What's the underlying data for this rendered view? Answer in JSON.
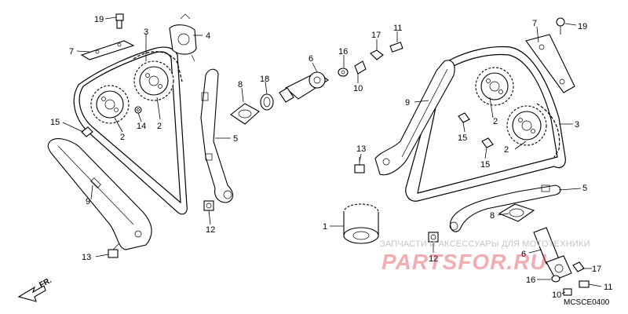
{
  "diagram_code": "MCSCE0400",
  "direction_label": "FR.",
  "watermark": {
    "text": "ЗАПЧАСТИ И АКСЕССУАРЫ ДЛЯ МОТОТЕХНИКИ",
    "brand": "PARTSFOR.RU"
  },
  "callouts": [
    {
      "id": "c-19-left",
      "label": "19"
    },
    {
      "id": "c-3-left",
      "label": "3"
    },
    {
      "id": "c-4",
      "label": "4"
    },
    {
      "id": "c-7-left",
      "label": "7"
    },
    {
      "id": "c-17-top",
      "label": "17"
    },
    {
      "id": "c-11-top",
      "label": "11"
    },
    {
      "id": "c-16-top",
      "label": "16"
    },
    {
      "id": "c-6-top",
      "label": "6"
    },
    {
      "id": "c-10-top",
      "label": "10"
    },
    {
      "id": "c-8-top",
      "label": "8"
    },
    {
      "id": "c-18",
      "label": "18"
    },
    {
      "id": "c-15-left",
      "label": "15"
    },
    {
      "id": "c-14",
      "label": "14"
    },
    {
      "id": "c-2-left-a",
      "label": "2"
    },
    {
      "id": "c-2-left-b",
      "label": "2"
    },
    {
      "id": "c-5-left",
      "label": "5"
    },
    {
      "id": "c-9-left",
      "label": "9"
    },
    {
      "id": "c-12-left",
      "label": "12"
    },
    {
      "id": "c-13-left",
      "label": "13"
    },
    {
      "id": "c-7-right",
      "label": "7"
    },
    {
      "id": "c-19-right",
      "label": "19"
    },
    {
      "id": "c-9-right",
      "label": "9"
    },
    {
      "id": "c-2-right-a",
      "label": "2"
    },
    {
      "id": "c-3-right",
      "label": "3"
    },
    {
      "id": "c-15-right-a",
      "label": "15"
    },
    {
      "id": "c-2-right-b",
      "label": "2"
    },
    {
      "id": "c-15-right-b",
      "label": "15"
    },
    {
      "id": "c-13-right",
      "label": "13"
    },
    {
      "id": "c-5-right",
      "label": "5"
    },
    {
      "id": "c-8-right",
      "label": "8"
    },
    {
      "id": "c-1",
      "label": "1"
    },
    {
      "id": "c-12-right",
      "label": "12"
    },
    {
      "id": "c-6-right",
      "label": "6"
    },
    {
      "id": "c-17-right",
      "label": "17"
    },
    {
      "id": "c-16-right",
      "label": "16"
    },
    {
      "id": "c-11-right",
      "label": "11"
    },
    {
      "id": "c-10-right",
      "label": "10"
    }
  ]
}
